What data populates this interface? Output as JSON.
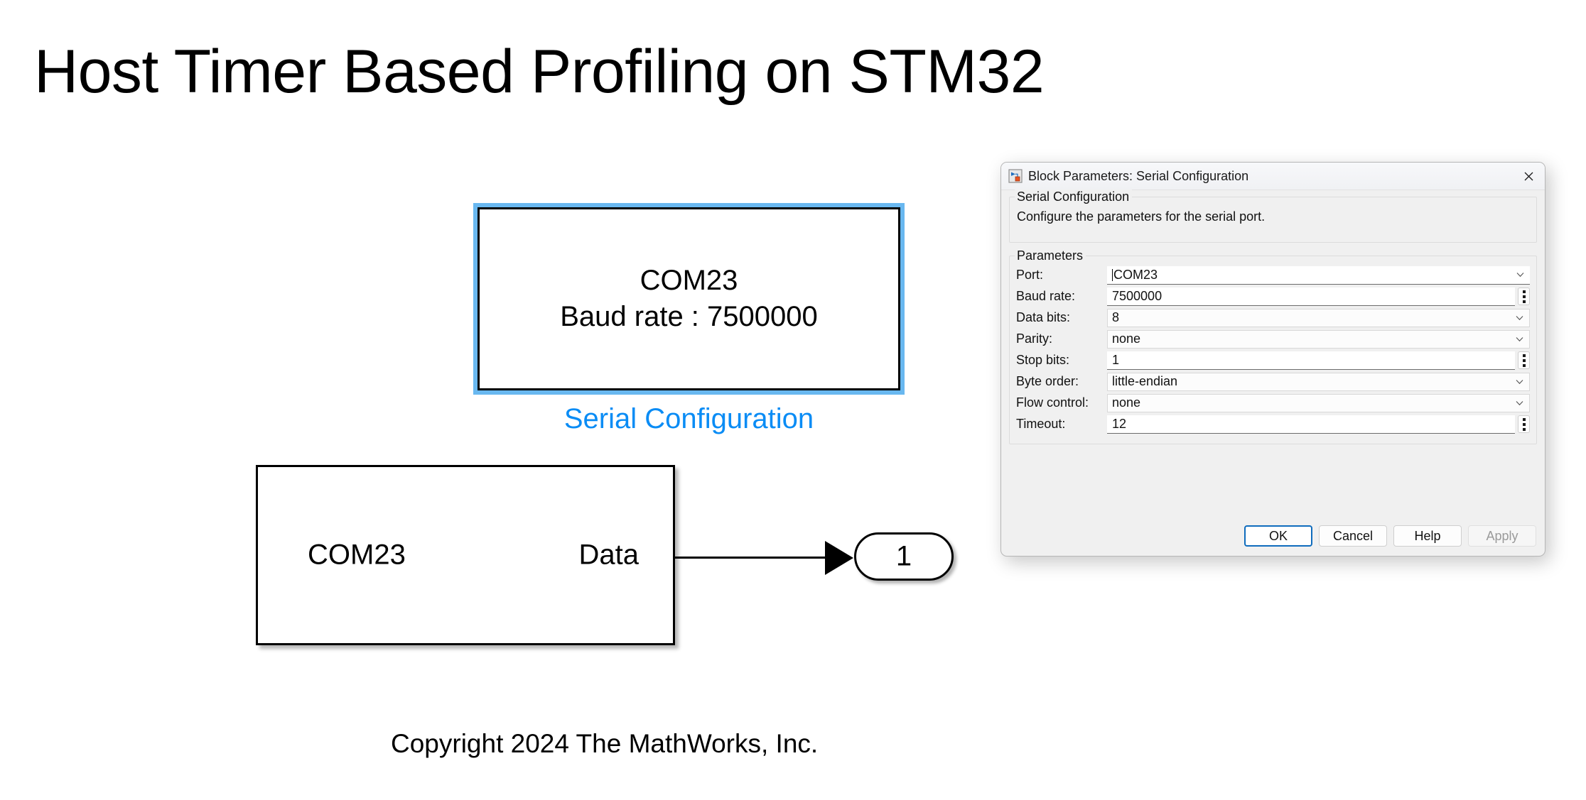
{
  "slide": {
    "title": "Host Timer Based Profiling on STM32",
    "copyright": "Copyright 2024 The MathWorks, Inc."
  },
  "diagram": {
    "serial_config_block": {
      "line1": "COM23",
      "line2": "Baud rate : 7500000",
      "label": "Serial Configuration",
      "selected": true,
      "selection_color": "#69b8f0",
      "label_color": "#0a8cf5"
    },
    "serial_receive_block": {
      "port_name": "COM23",
      "output_port_label": "Data"
    },
    "outport_block": {
      "number": "1"
    }
  },
  "dialog": {
    "title": "Block Parameters: Serial Configuration",
    "app_icon": "simulink-block-icon",
    "close_icon": "close-icon",
    "description_group": {
      "title": "Serial Configuration",
      "text": "Configure the parameters for the serial port."
    },
    "parameters_group": {
      "title": "Parameters",
      "rows": [
        {
          "label": "Port:",
          "value": "COM23",
          "control": "combobox",
          "focused": true
        },
        {
          "label": "Baud rate:",
          "value": "7500000",
          "control": "spinner",
          "focused": false
        },
        {
          "label": "Data bits:",
          "value": "8",
          "control": "combobox",
          "focused": false
        },
        {
          "label": "Parity:",
          "value": "none",
          "control": "combobox",
          "focused": false
        },
        {
          "label": "Stop bits:",
          "value": "1",
          "control": "spinner",
          "focused": false
        },
        {
          "label": "Byte order:",
          "value": "little-endian",
          "control": "combobox",
          "focused": false
        },
        {
          "label": "Flow control:",
          "value": "none",
          "control": "combobox",
          "focused": false
        },
        {
          "label": "Timeout:",
          "value": "12",
          "control": "spinner",
          "focused": false
        }
      ]
    },
    "buttons": [
      {
        "label": "OK",
        "state": "default"
      },
      {
        "label": "Cancel",
        "state": "normal"
      },
      {
        "label": "Help",
        "state": "normal"
      },
      {
        "label": "Apply",
        "state": "disabled"
      }
    ],
    "accent_color": "#0f6cbd"
  }
}
